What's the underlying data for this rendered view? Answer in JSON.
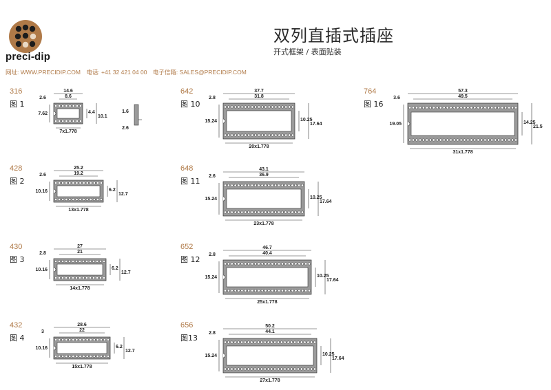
{
  "header": {
    "brand": "preci-dip",
    "title": "双列直插式插座",
    "subtitle": "开式框架 / 表面贴装",
    "website": "网址: WWW.PRECIDIP.COM",
    "phone": "电话: +41 32 421 04 00",
    "email": "电子信箱: SALES@PRECIDIP.COM"
  },
  "colors": {
    "accent": "#b07a48",
    "body": "#9a9a9a",
    "text": "#222222"
  },
  "parts": [
    {
      "code": "316",
      "figure": "图 1",
      "pins": 8,
      "overall": "14.6",
      "inner": "8.6",
      "left_offset": "2.6",
      "width_left": "7.62",
      "right_a": "4.4",
      "right_b": "10.1",
      "pitch": "7x1.778",
      "side_dim1": "1.6",
      "side_dim2": "2.6"
    },
    {
      "code": "428",
      "figure": "图 2",
      "pins": 14,
      "overall": "25.2",
      "inner": "19.2",
      "left_offset": "2.6",
      "width_left": "10.16",
      "right_a": "6.2",
      "right_b": "12.7",
      "pitch": "13x1.778"
    },
    {
      "code": "430",
      "figure": "图 3",
      "pins": 15,
      "overall": "27",
      "inner": "21",
      "left_offset": "2.8",
      "width_left": "10.16",
      "right_a": "6.2",
      "right_b": "12.7",
      "pitch": "14x1.778"
    },
    {
      "code": "432",
      "figure": "图 4",
      "pins": 16,
      "overall": "28.6",
      "inner": "22",
      "left_offset": "3",
      "width_left": "10.16",
      "right_a": "6.2",
      "right_b": "12.7",
      "pitch": "15x1.778"
    },
    {
      "code": "642",
      "figure": "图 10",
      "pins": 21,
      "overall": "37.7",
      "inner": "31.8",
      "left_offset": "2.8",
      "width_left": "15.24",
      "right_a": "10.25",
      "right_b": "17.64",
      "pitch": "20x1.778"
    },
    {
      "code": "648",
      "figure": "图 11",
      "pins": 24,
      "overall": "43.1",
      "inner": "36.9",
      "left_offset": "2.6",
      "width_left": "15.24",
      "right_a": "10.25",
      "right_b": "17.64",
      "pitch": "23x1.778"
    },
    {
      "code": "652",
      "figure": "图 12",
      "pins": 26,
      "overall": "46.7",
      "inner": "40.4",
      "left_offset": "2.8",
      "width_left": "15.24",
      "right_a": "10.25",
      "right_b": "17.64",
      "pitch": "25x1.778"
    },
    {
      "code": "656",
      "figure": "图13",
      "pins": 28,
      "overall": "50.2",
      "inner": "44.1",
      "left_offset": "2.8",
      "width_left": "15.24",
      "right_a": "10.25",
      "right_b": "17.64",
      "pitch": "27x1.778"
    },
    {
      "code": "764",
      "figure": "图 16",
      "pins": 32,
      "overall": "57.3",
      "inner": "49.5",
      "left_offset": "3.6",
      "width_left": "19.05",
      "right_a": "14.25",
      "right_b": "21.5",
      "pitch": "31x1.778"
    }
  ]
}
